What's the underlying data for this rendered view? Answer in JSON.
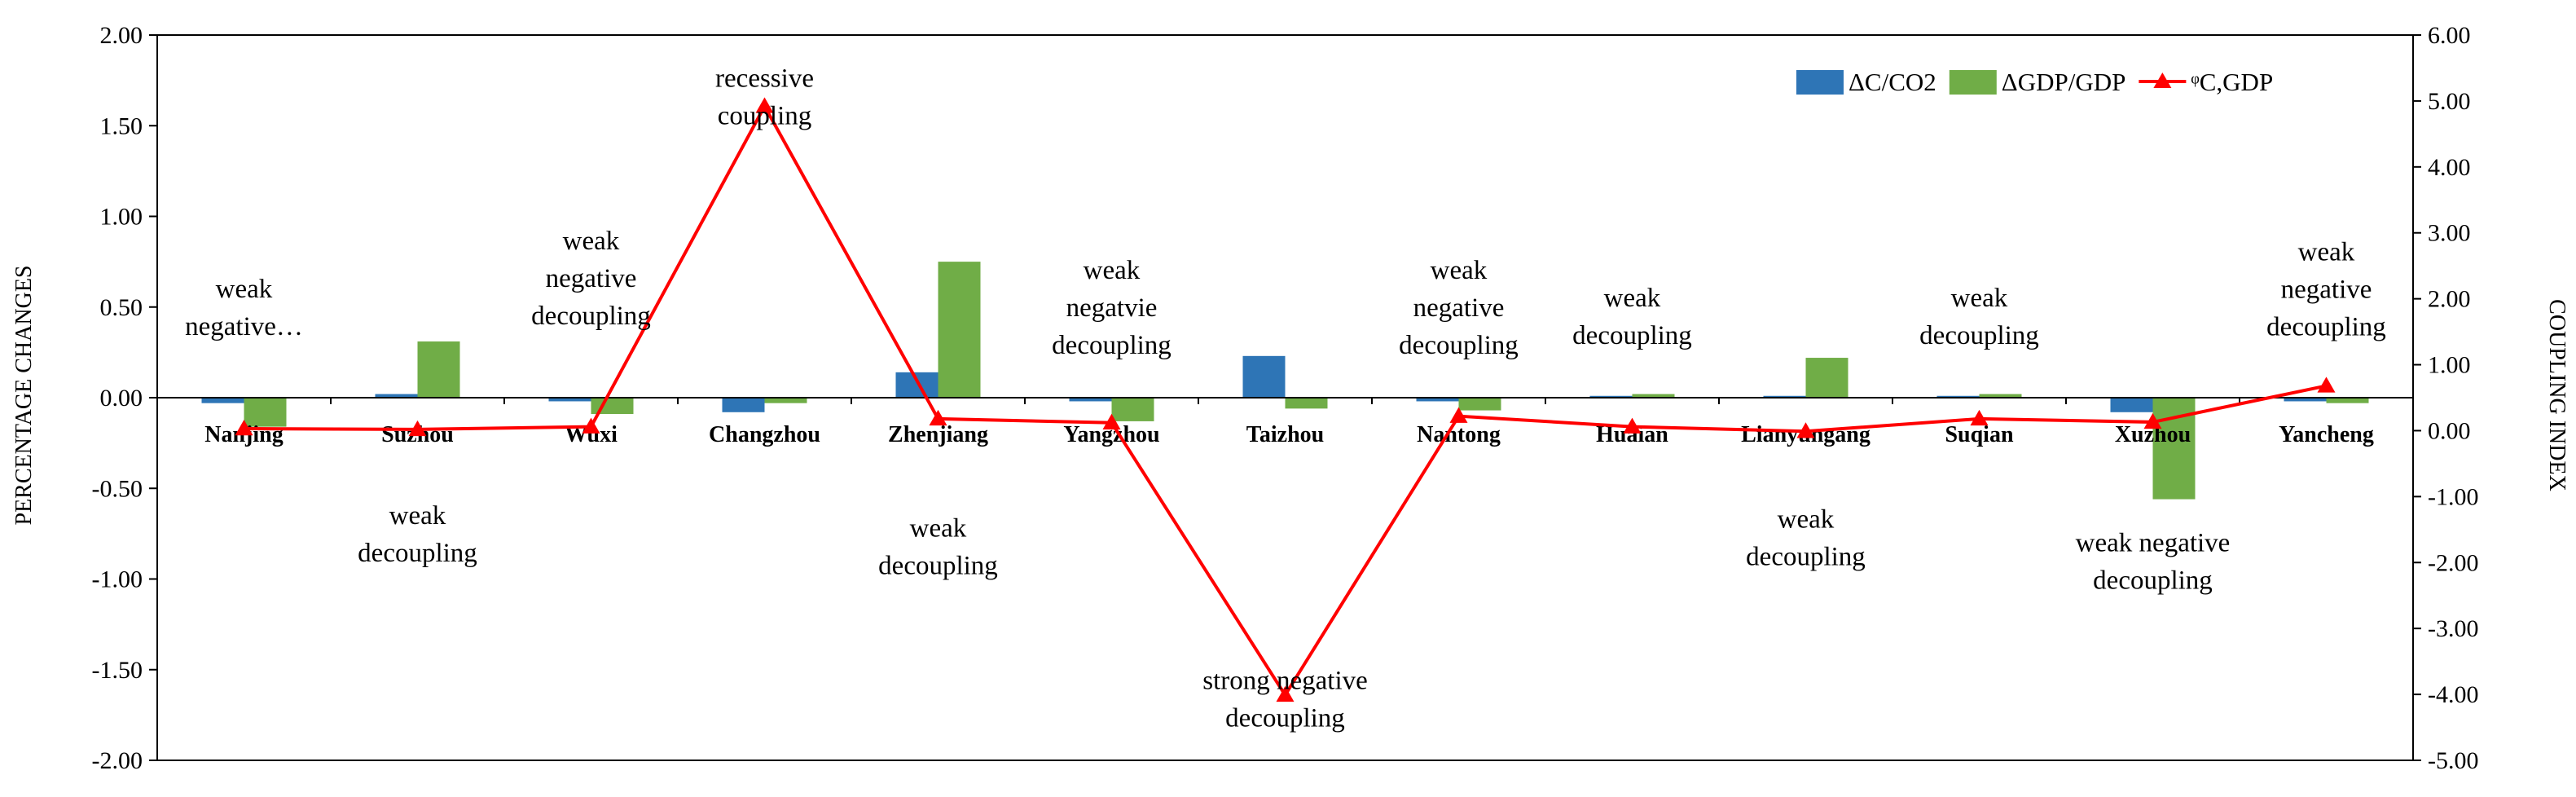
{
  "chart_data": {
    "type": "bar",
    "categories": [
      "Nanjing",
      "Suzhou",
      "Wuxi",
      "Changzhou",
      "Zhenjiang",
      "Yangzhou",
      "Taizhou",
      "Nantong",
      "Huaian",
      "Lianyungang",
      "Suqian",
      "Xuzhou",
      "Yancheng"
    ],
    "series": [
      {
        "name": "ΔC/CO2",
        "axis": "left",
        "kind": "bar",
        "color": "#2E75B6",
        "values": [
          -0.03,
          0.02,
          -0.02,
          -0.08,
          0.14,
          -0.02,
          0.23,
          -0.02,
          0.01,
          0.01,
          0.01,
          -0.08,
          -0.02
        ]
      },
      {
        "name": "ΔGDP/GDP",
        "axis": "left",
        "kind": "bar",
        "color": "#70AD47",
        "values": [
          -0.16,
          0.31,
          -0.09,
          -0.03,
          0.75,
          -0.13,
          -0.06,
          -0.07,
          0.02,
          0.22,
          0.02,
          -0.56,
          -0.03
        ]
      },
      {
        "name": "ᵠC,GDP",
        "axis": "right",
        "kind": "line",
        "color": "#FF0000",
        "values": [
          0.03,
          0.02,
          0.06,
          4.92,
          0.18,
          0.12,
          -4.01,
          0.22,
          0.06,
          -0.01,
          0.18,
          0.13,
          0.68
        ]
      }
    ],
    "ylabel": "PERCENTAGE CHANGES",
    "y2label": "COUPLING INDEX",
    "ylim": [
      -2.0,
      2.0
    ],
    "y2lim": [
      -5.0,
      6.0
    ],
    "yticks": [
      "-2.00",
      "-1.50",
      "-1.00",
      "-0.50",
      "0.00",
      "0.50",
      "1.00",
      "1.50",
      "2.00"
    ],
    "y2ticks": [
      "-5.00",
      "-4.00",
      "-3.00",
      "-2.00",
      "-1.00",
      "0.00",
      "1.00",
      "2.00",
      "3.00",
      "4.00",
      "5.00",
      "6.00"
    ],
    "grid": false,
    "legend_position": "top-right",
    "annotations": [
      {
        "text": "weak\nnegative…",
        "category": 0,
        "value": 0.5
      },
      {
        "text": "weak\ndecoupling",
        "category": 1,
        "value": -0.75
      },
      {
        "text": "weak\nnegative\ndecoupling",
        "category": 2,
        "value": 0.66
      },
      {
        "text": "recessive\ncoupling",
        "category": 3,
        "value": 1.66
      },
      {
        "text": "weak\ndecoupling",
        "category": 4,
        "value": -0.82
      },
      {
        "text": "weak\nnegatvie\ndecoupling",
        "category": 5,
        "value": 0.5
      },
      {
        "text": "strong negative\ndecoupling",
        "category": 6,
        "value": -1.66
      },
      {
        "text": "weak\nnegative\ndecoupling",
        "category": 7,
        "value": 0.5
      },
      {
        "text": "weak\ndecoupling",
        "category": 8,
        "value": 0.45
      },
      {
        "text": "weak\ndecoupling",
        "category": 9,
        "value": -0.77
      },
      {
        "text": "weak\ndecoupling",
        "category": 10,
        "value": 0.45
      },
      {
        "text": "weak negative\ndecoupling",
        "category": 11,
        "value": -0.9
      },
      {
        "text": "weak\nnegative\ndecoupling",
        "category": 12,
        "value": 0.6
      }
    ]
  }
}
